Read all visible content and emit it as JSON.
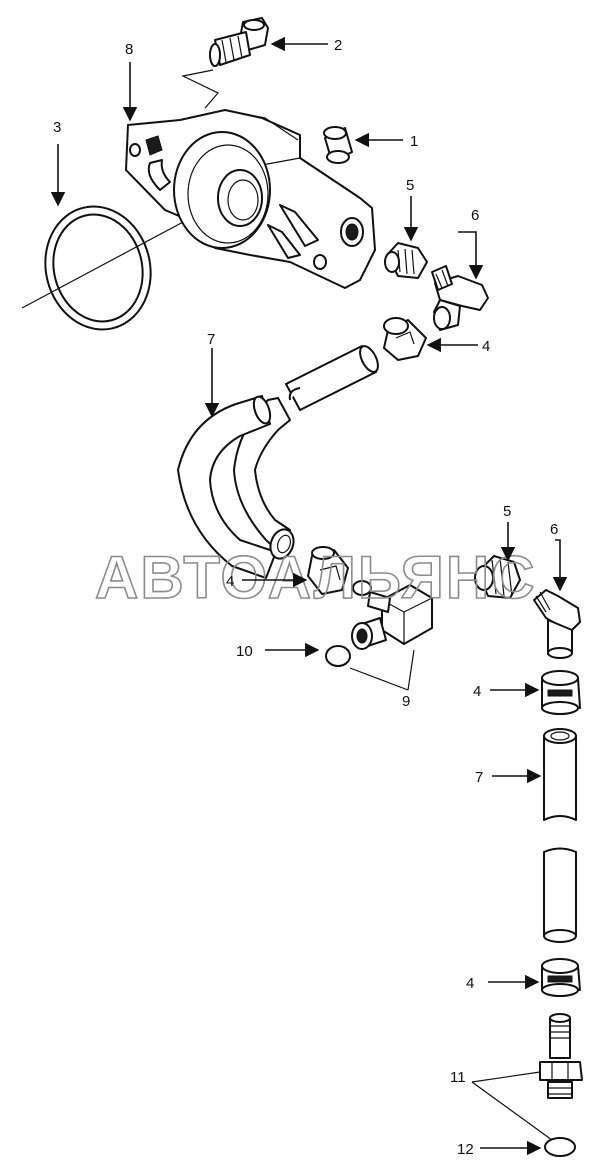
{
  "watermark": "АВТОАЛЬЯНС",
  "callouts": [
    {
      "id": "c1",
      "text": "1"
    },
    {
      "id": "c2",
      "text": "2"
    },
    {
      "id": "c3",
      "text": "3"
    },
    {
      "id": "c4a",
      "text": "4"
    },
    {
      "id": "c4b",
      "text": "4"
    },
    {
      "id": "c4c",
      "text": "4"
    },
    {
      "id": "c4d",
      "text": "4"
    },
    {
      "id": "c5a",
      "text": "5"
    },
    {
      "id": "c5b",
      "text": "5"
    },
    {
      "id": "c6a",
      "text": "6"
    },
    {
      "id": "c6b",
      "text": "6"
    },
    {
      "id": "c7a",
      "text": "7"
    },
    {
      "id": "c7b",
      "text": "7"
    },
    {
      "id": "c8",
      "text": "8"
    },
    {
      "id": "c9",
      "text": "9"
    },
    {
      "id": "c10",
      "text": "10"
    },
    {
      "id": "c11",
      "text": "11"
    },
    {
      "id": "c12",
      "text": "12"
    }
  ]
}
